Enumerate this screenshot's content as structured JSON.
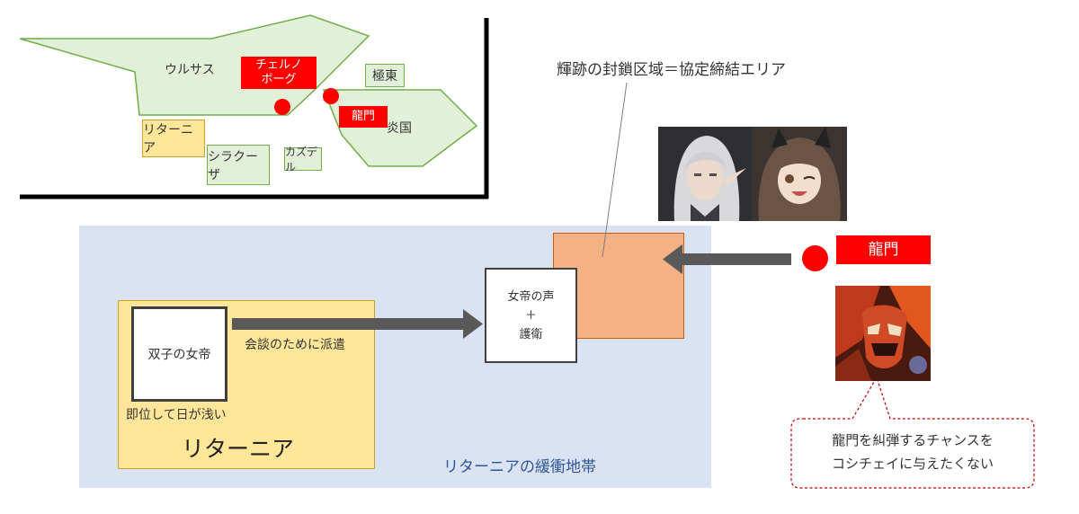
{
  "map": {
    "regions": {
      "ursus": "ウルサス",
      "chernobog": "チェルノ\nボーグ",
      "kyokuto": "極東",
      "lungmen": "龍門",
      "enkoku": "炎国",
      "leithanien": "リターニア",
      "siracusa": "シラクーザ",
      "kazdel": "カズデル"
    }
  },
  "callout_top": "輝跡の封鎖区域＝協定締結エリア",
  "buffer_zone_label": "リターニアの緩衝地帯",
  "leithanien_box": {
    "title": "リターニア",
    "empress": "双子の女帝",
    "enthroned_note": "即位して日が浅い"
  },
  "dispatch_label": "会談のために派遣",
  "envoy_box": "女帝の声\n＋\n護衛",
  "lungmen_tag": "龍門",
  "speech_bubble": "龍門を糾弾するチャンスを\nコシチェイに与えたくない",
  "colors": {
    "red": "#ff0000",
    "buffer": "#dae3f3",
    "leithanien_fill": "#ffe699",
    "zone_fill": "#f4b183",
    "map_green": "#e2efd9",
    "arrow": "#595959"
  },
  "icons": {
    "portrait_1": "white-haired-man-portrait",
    "portrait_2": "smiling-girl-portrait",
    "portrait_3": "red-masked-figure-portrait"
  }
}
